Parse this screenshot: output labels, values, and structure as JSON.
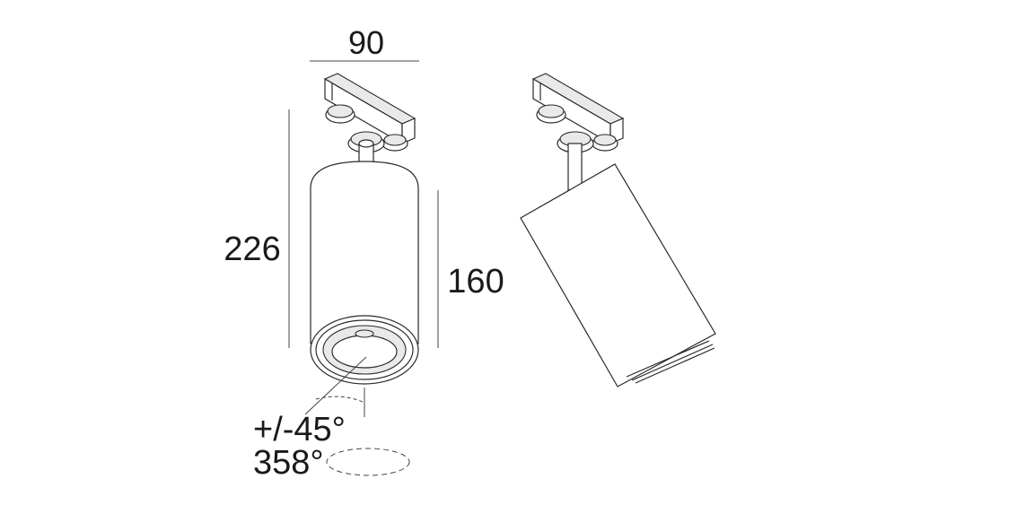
{
  "dimensions": {
    "width_label": "90",
    "total_height_label": "226",
    "body_height_label": "160",
    "tilt_label": "+/-45°",
    "rotation_label": "358°"
  }
}
